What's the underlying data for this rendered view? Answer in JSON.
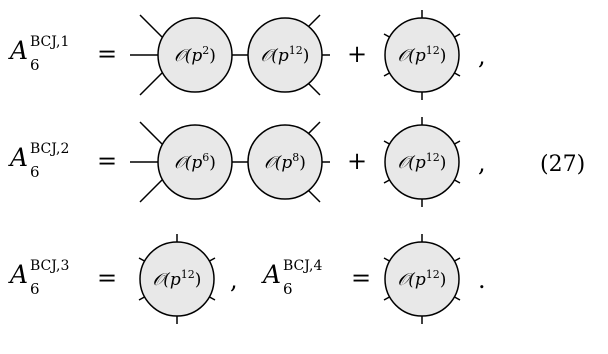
{
  "equation_number": "(27)",
  "rows": [
    {
      "lhs": {
        "symbol": "A",
        "superscript": "BCJ,1",
        "subscript": "6"
      },
      "relation": "=",
      "terms": [
        {
          "type": "pair",
          "left": {
            "base": "𝒪(p",
            "power": "2"
          },
          "right": {
            "base": "𝒪(p",
            "power": "12"
          }
        },
        {
          "operator": "+"
        },
        {
          "type": "single",
          "vertex": {
            "base": "𝒪(p",
            "power": "12"
          }
        }
      ],
      "trailing": ","
    },
    {
      "lhs": {
        "symbol": "A",
        "superscript": "BCJ,2",
        "subscript": "6"
      },
      "relation": "=",
      "terms": [
        {
          "type": "pair",
          "left": {
            "base": "𝒪(p",
            "power": "6"
          },
          "right": {
            "base": "𝒪(p",
            "power": "8"
          }
        },
        {
          "operator": "+"
        },
        {
          "type": "single",
          "vertex": {
            "base": "𝒪(p",
            "power": "12"
          }
        }
      ],
      "trailing": ","
    },
    {
      "lhs": {
        "symbol": "A",
        "superscript": "BCJ,3",
        "subscript": "6"
      },
      "relation": "=",
      "terms": [
        {
          "type": "single",
          "vertex": {
            "base": "𝒪(p",
            "power": "12"
          }
        }
      ],
      "trailing": ","
    },
    {
      "lhs": {
        "symbol": "A",
        "superscript": "BCJ,4",
        "subscript": "6"
      },
      "relation": "=",
      "terms": [
        {
          "type": "single",
          "vertex": {
            "base": "𝒪(p",
            "power": "12"
          }
        }
      ],
      "trailing": "."
    }
  ]
}
